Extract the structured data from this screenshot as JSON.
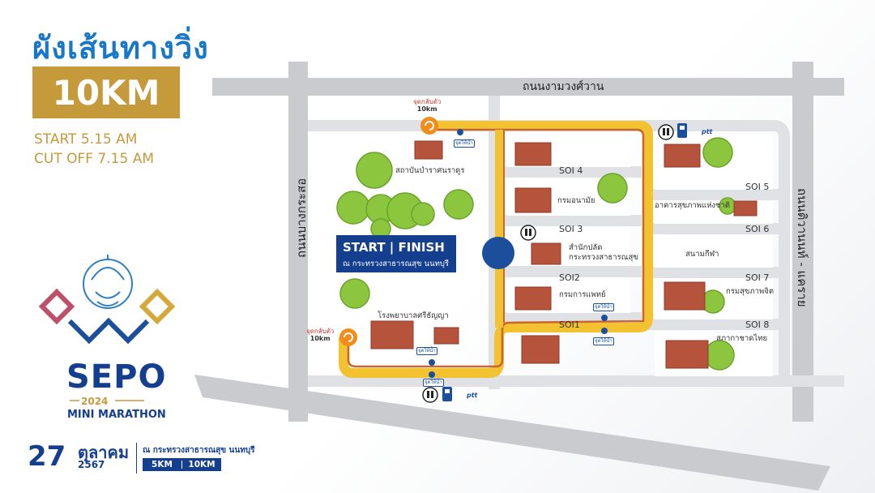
{
  "title": "ผังเส้นทางวิ่ง",
  "distance_badge": "10KM",
  "start_time": "START 5.15 AM",
  "cutoff_time": "CUT OFF 7.15 AM",
  "map": {
    "road_top": "ถนนงามวงศ์วาน",
    "road_left": "ถนนบางกระสอ",
    "road_right": "ถนนติวานนท์ - แคราย",
    "soi": [
      "SOI 4",
      "SOI 3",
      "SOI2",
      "SOI1",
      "SOI 5",
      "SOI 6",
      "SOI 7",
      "SOI 8"
    ],
    "buildings": [
      "สถาบันบำราศนราดูร",
      "กรมอนามัย",
      "สำนักปลัด",
      "กระทรวงสาธารณสุข",
      "กรมการแพทย์",
      "โรงพยาบาลศรีธัญญา",
      "อาคารสุขภาพแห่งชาติ",
      "สนามกีฬา",
      "กรมสุขภาพจิต",
      "สภากาชาดไทย"
    ],
    "start_main": "START | FINISH",
    "start_sub": "ณ กระทรวงสาธารณสุข นนทบุรี",
    "turnaround_label": "จุดกลับตัว",
    "turnaround_km": "10km",
    "water_label": "จุดให้น้ำ",
    "sponsor": "ptt",
    "colors": {
      "route_outer": "#f2c230",
      "route_inner": "#c8662e",
      "road": "#c9cbcf",
      "marker": "#1b4f9c"
    }
  },
  "logo": {
    "name": "SEPO",
    "year": "2024",
    "sub": "MINI MARATHON"
  },
  "event": {
    "day": "27",
    "month": "ตุลาคม",
    "year": "2567",
    "venue": "ณ กระทรวงสาธารณสุข นนทบุรี",
    "distances": [
      "5KM",
      "10KM"
    ]
  }
}
